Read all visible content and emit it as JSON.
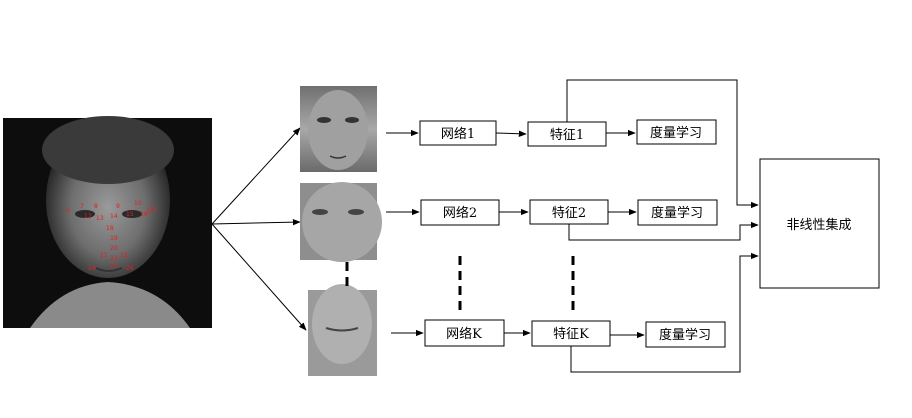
{
  "nodes": {
    "net1": "网络1",
    "feat1": "特征1",
    "metric1": "度量学习",
    "net2": "网络2",
    "feat2": "特征2",
    "metric2": "度量学习",
    "netK": "网络K",
    "featK": "特征K",
    "metricK": "度量学习",
    "ensemble": "非线性集成"
  },
  "landmarks": [
    "6",
    "7",
    "8",
    "9",
    "10",
    "11",
    "12",
    "13",
    "14",
    "15",
    "16",
    "17",
    "18",
    "19",
    "20",
    "21",
    "22",
    "23",
    "24",
    "25",
    "26"
  ],
  "colors": {
    "landmark": "#e02020"
  }
}
